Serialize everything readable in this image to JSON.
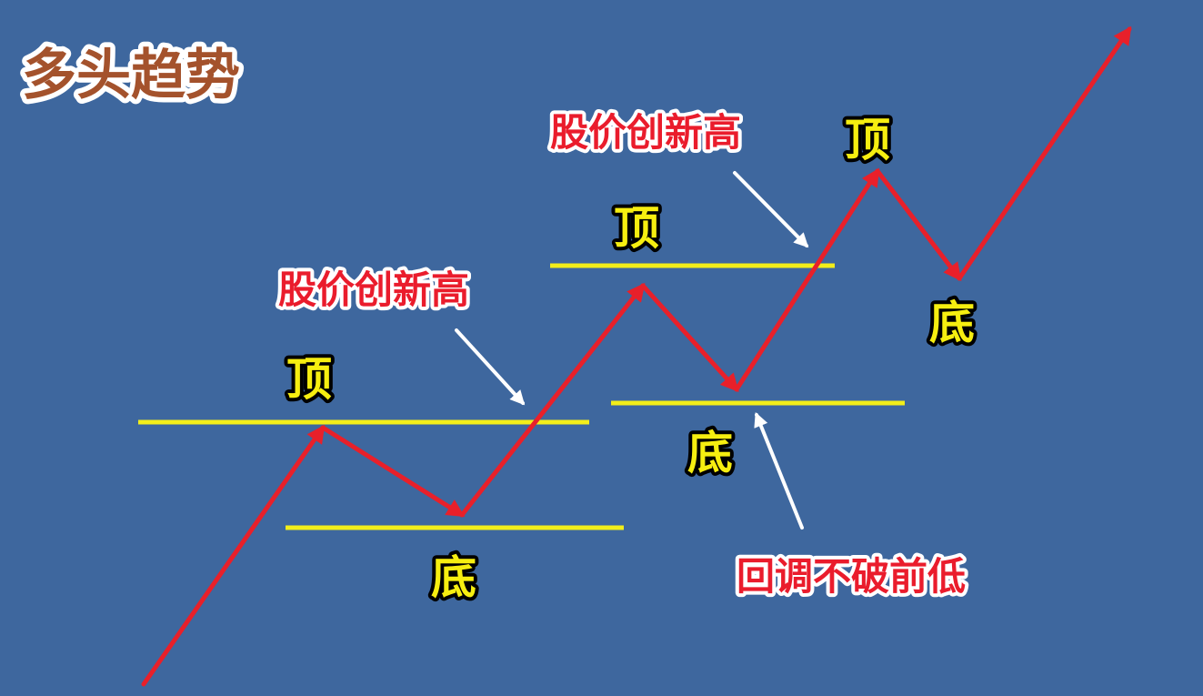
{
  "title": "多头趋势",
  "colors": {
    "background": "#3e679e",
    "trend_line": "#e8202a",
    "level_line": "#f2ee1a",
    "pointer_arrow": "#ffffff",
    "title_fill": "#a4522c",
    "level_label_fill": "#f6ee10",
    "note_fill": "#ea1c2c"
  },
  "labels": {
    "top": "顶",
    "bottom": "底"
  },
  "annotations": {
    "new_high_1": "股价创新高",
    "new_high_2": "股价创新高",
    "higher_low": "回调不破前低"
  },
  "icons": {
    "trend_arrowhead": "arrowhead-icon",
    "pointer": "pointer-arrow-icon"
  }
}
